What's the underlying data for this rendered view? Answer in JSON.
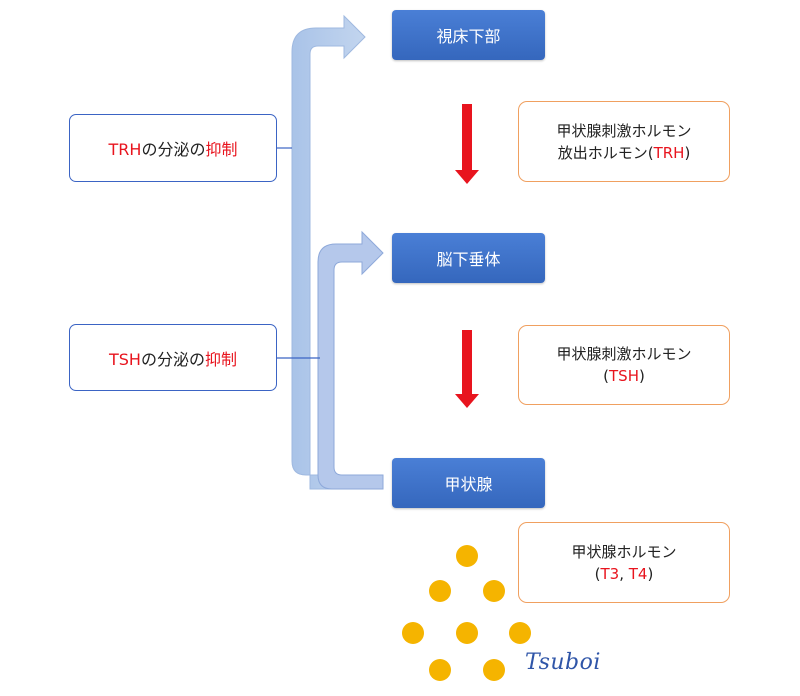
{
  "organs": {
    "hypothalamus": "視床下部",
    "pituitary": "脳下垂体",
    "thyroid": "甲状腺"
  },
  "inhibition": {
    "trh": {
      "hormone": "TRH",
      "middle": "の分泌の",
      "verb": "抑制"
    },
    "tsh": {
      "hormone": "TSH",
      "middle": "の分泌の",
      "verb": "抑制"
    }
  },
  "hormones": {
    "trh": {
      "line1": "甲状腺刺激ホルモン",
      "line2_prefix": "放出ホルモン(",
      "line2_red": "TRH",
      "line2_suffix": ")"
    },
    "tsh": {
      "line1": "甲状腺刺激ホルモン",
      "line2_prefix": "(",
      "line2_red": "TSH",
      "line2_suffix": ")"
    },
    "thyroid": {
      "line1": "甲状腺ホルモン",
      "line2_prefix": "(",
      "line2_red": "T3",
      "line2_mid": ", ",
      "line2_red2": "T4",
      "line2_suffix": ")"
    }
  },
  "signature": "Tsuboi",
  "colors": {
    "organ_box": "#3d6fcb",
    "inhibit_border": "#3b64c4",
    "hormone_border": "#f0a060",
    "down_arrow": "#e8141e",
    "feedback_arrow": "#b8cdea",
    "dot": "#f5b400"
  }
}
